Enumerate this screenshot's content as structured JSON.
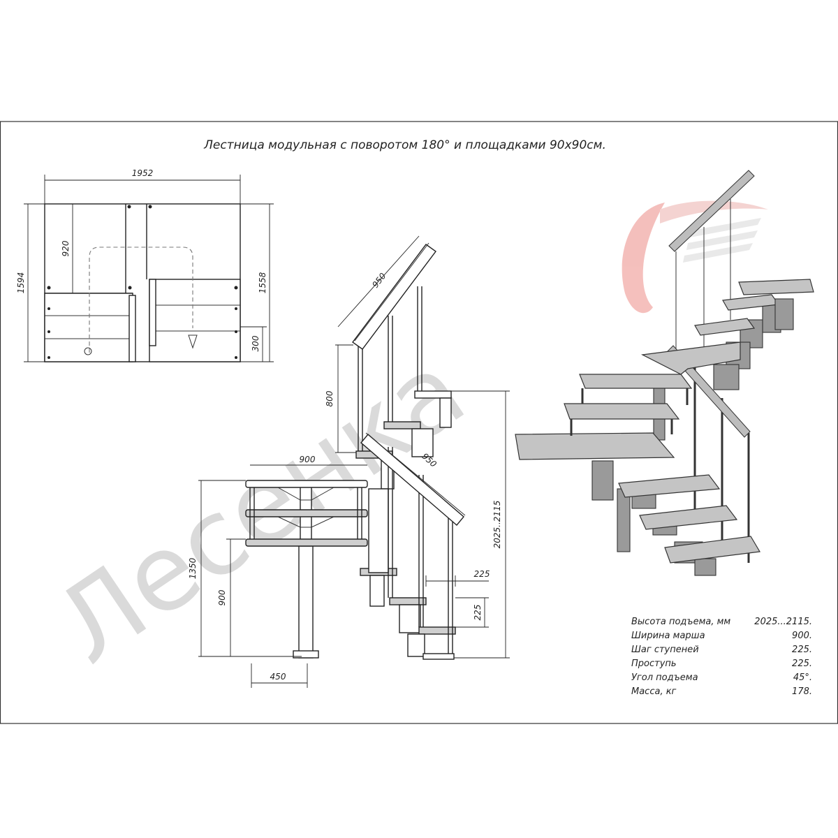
{
  "title": "Лестница модульная с поворотом 180° и площадками 90x90см.",
  "watermark": "Лесенка",
  "plan_view": {
    "dim_width": "1952",
    "dim_height_left": "1594",
    "dim_height_right": "1558",
    "dim_landing": "920",
    "dim_step": "300"
  },
  "side_view": {
    "dim_rail_upper": "950",
    "dim_rail_lower": "950",
    "dim_post": "800",
    "dim_landing_width": "900",
    "dim_landing_height": "1350",
    "dim_lower_height": "900",
    "dim_total_height": "2025..2115",
    "dim_tread": "225",
    "dim_riser": "225",
    "dim_base": "450"
  },
  "specs": [
    {
      "label": "Высота подъема, мм",
      "value": "2025...2115."
    },
    {
      "label": "Ширина марша",
      "value": "900."
    },
    {
      "label": "Шаг ступеней",
      "value": "225."
    },
    {
      "label": "Проступь",
      "value": "225."
    },
    {
      "label": "Угол подъема",
      "value": "45°."
    },
    {
      "label": "Масса, кг",
      "value": "178."
    }
  ],
  "colors": {
    "line": "#222222",
    "tread": "#cfcfcf",
    "watermark_text": "#c8c8c8",
    "logo_red": "#e8736c",
    "logo_grey": "#cfcfcf"
  },
  "icons": {
    "arrow": "arrow-down-icon",
    "logo": "brand-logo-icon"
  }
}
